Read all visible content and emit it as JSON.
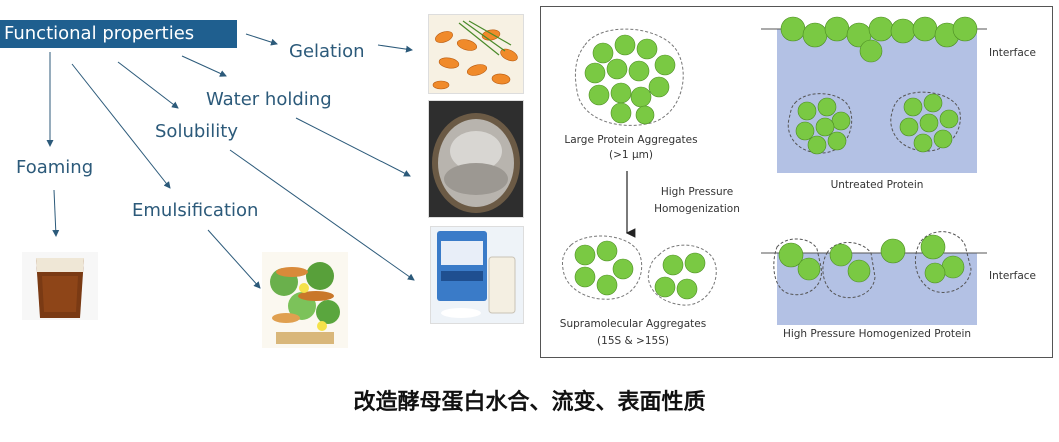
{
  "left": {
    "header": "Functional properties",
    "properties": {
      "gelation": "Gelation",
      "water_holding": "Water holding",
      "solubility": "Solubility",
      "foaming": "Foaming",
      "emulsification": "Emulsification"
    },
    "photos": [
      "gelation-food-photo",
      "water-holding-pot-photo",
      "solubility-drink-photo",
      "foaming-beer-photo",
      "emulsification-sandwich-photo"
    ]
  },
  "right": {
    "large_aggregates": "Large Protein Aggregates",
    "large_aggregates_size": "(>1 μm)",
    "process_line1": "High Pressure",
    "process_line2": "Homogenization",
    "supramolecular": "Supramolecular Aggregates",
    "supramolecular_size": "(15S & >15S)",
    "untreated": "Untreated Protein",
    "homogenized": "High Pressure Homogenized Protein",
    "interface_top": "Interface",
    "interface_bottom": "Interface"
  },
  "caption": "改造酵母蛋白水合、流变、表面性质",
  "colors": {
    "header_bg": "#1f5f8f",
    "label_text": "#2c5a7a",
    "bead_green": "#7ac943",
    "water_blue": "#b3c1e4"
  }
}
